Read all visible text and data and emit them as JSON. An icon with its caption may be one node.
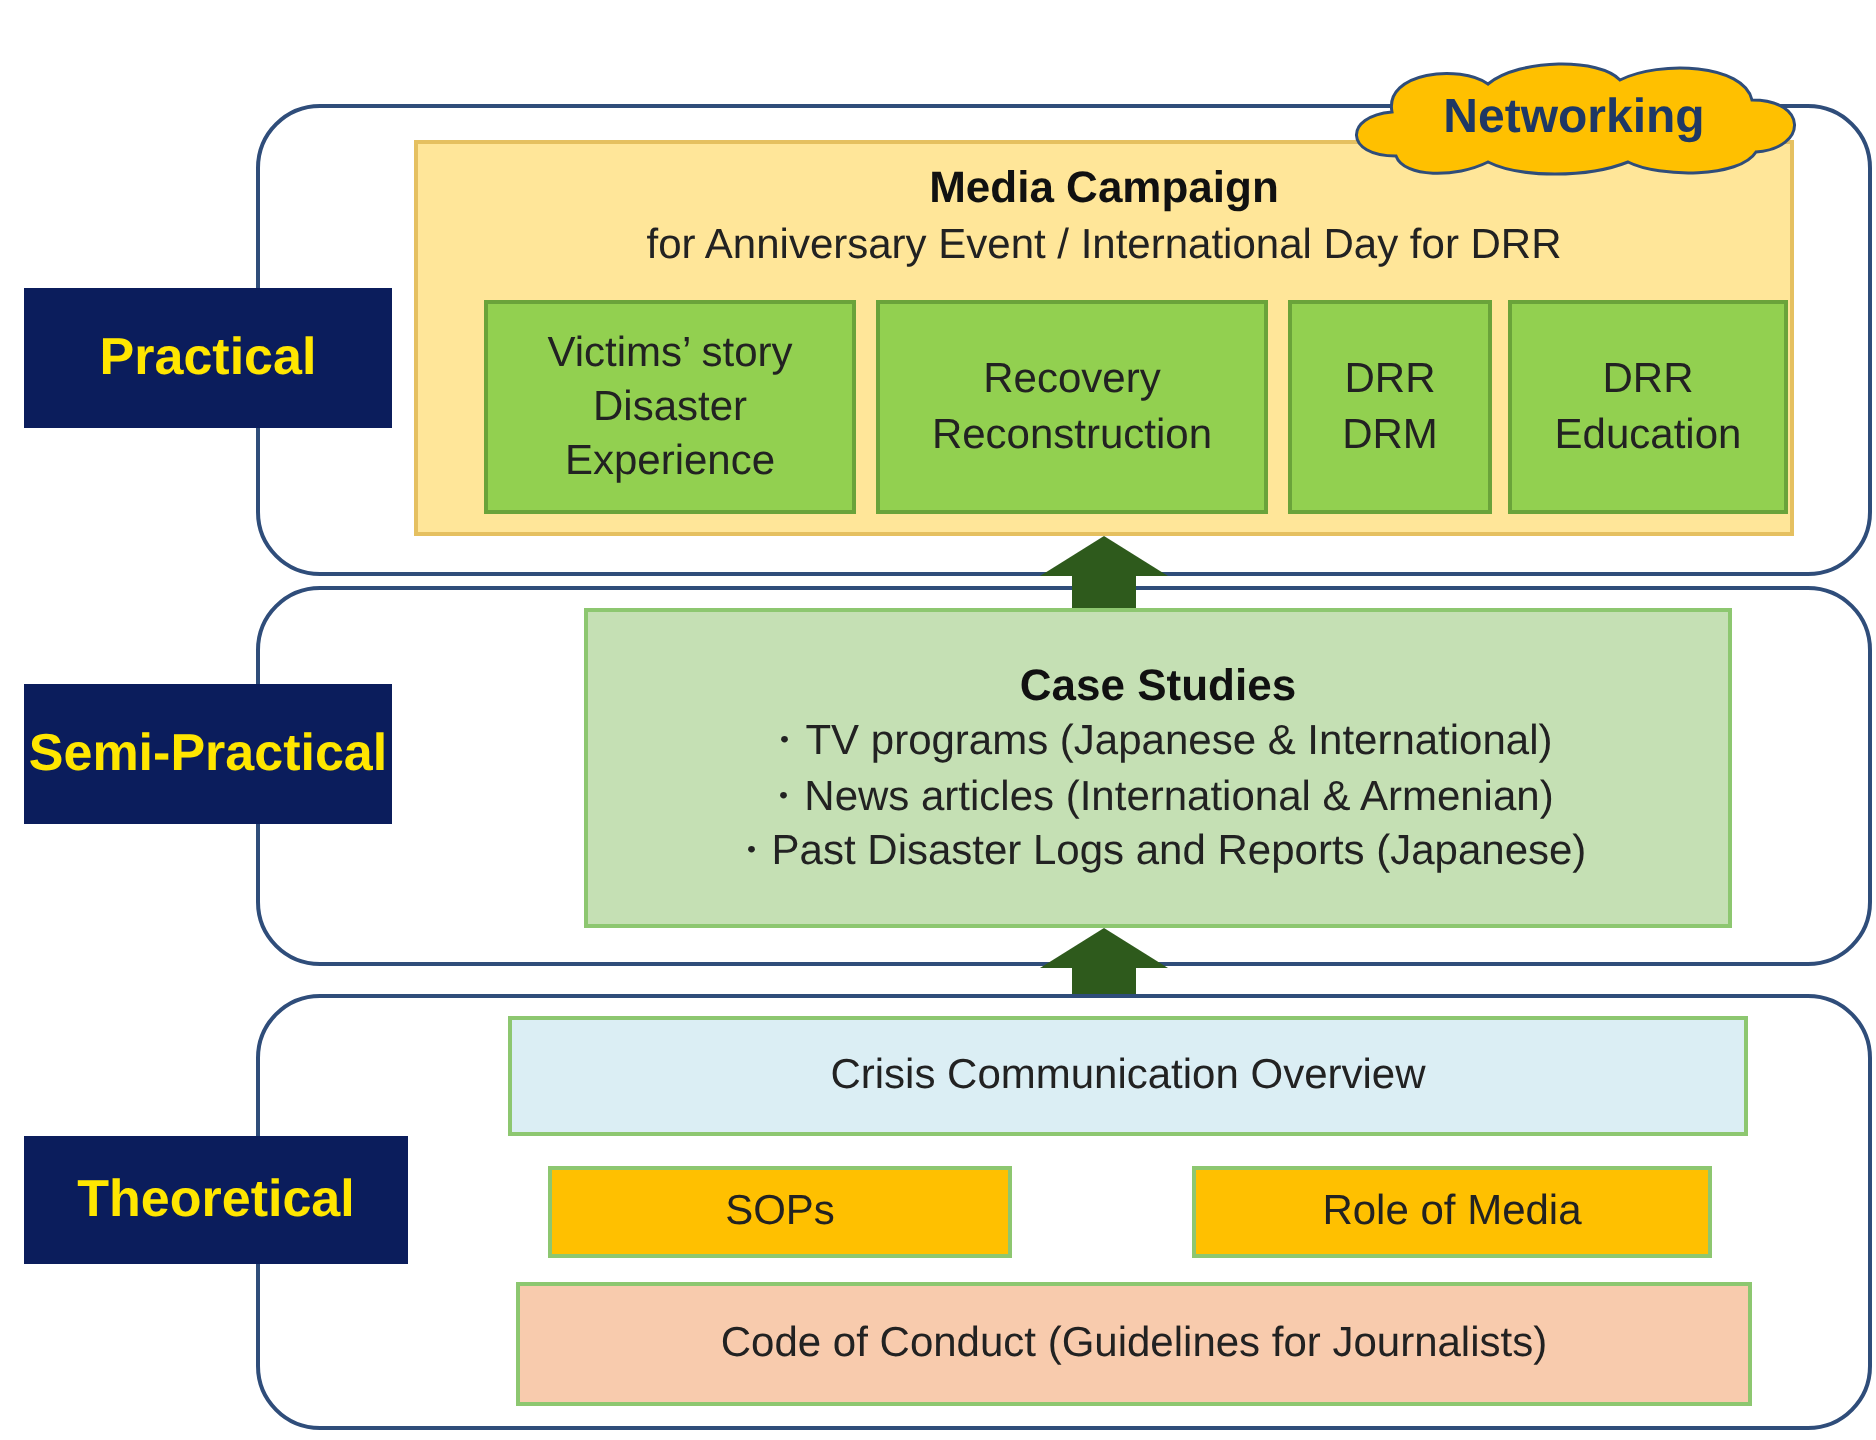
{
  "diagram": {
    "nodes": [
      {
        "text": [
          "Practical"
        ]
      },
      {
        "text": [
          "Networking"
        ]
      },
      {
        "text": [
          "Media Campaign",
          "for Anniversary Event / International Day for DRR"
        ],
        "in": 0
      },
      {
        "text": [
          "Victims’ story Disaster Experience"
        ],
        "in": 2
      },
      {
        "text": [
          "Recovery Reconstruction"
        ],
        "in": 2
      },
      {
        "text": [
          "DRR DRM"
        ],
        "in": 2
      },
      {
        "text": [
          "DRR Education"
        ],
        "in": 2
      },
      {
        "text": [
          "Semi-Practical"
        ]
      },
      {
        "text": [
          "Case Studies",
          "・TV programs (Japanese & International)",
          "・News articles (International & Armenian)",
          "・Past Disaster Logs and Reports (Japanese)"
        ],
        "in": 7
      },
      {
        "text": [
          "Theoretical"
        ]
      },
      {
        "text": [
          "Crisis Communication Overview"
        ],
        "in": 9
      },
      {
        "text": [
          "SOPs"
        ],
        "in": 9
      },
      {
        "text": [
          "Role of Media"
        ],
        "in": 9
      },
      {
        "text": [
          "Code of Conduct (Guidelines for Journalists)"
        ],
        "in": 9
      }
    ],
    "edges": [
      {
        "from": 8,
        "to": 2,
        "arrow": "to"
      },
      {
        "from": 9,
        "to": 8,
        "arrow": "to"
      }
    ]
  }
}
